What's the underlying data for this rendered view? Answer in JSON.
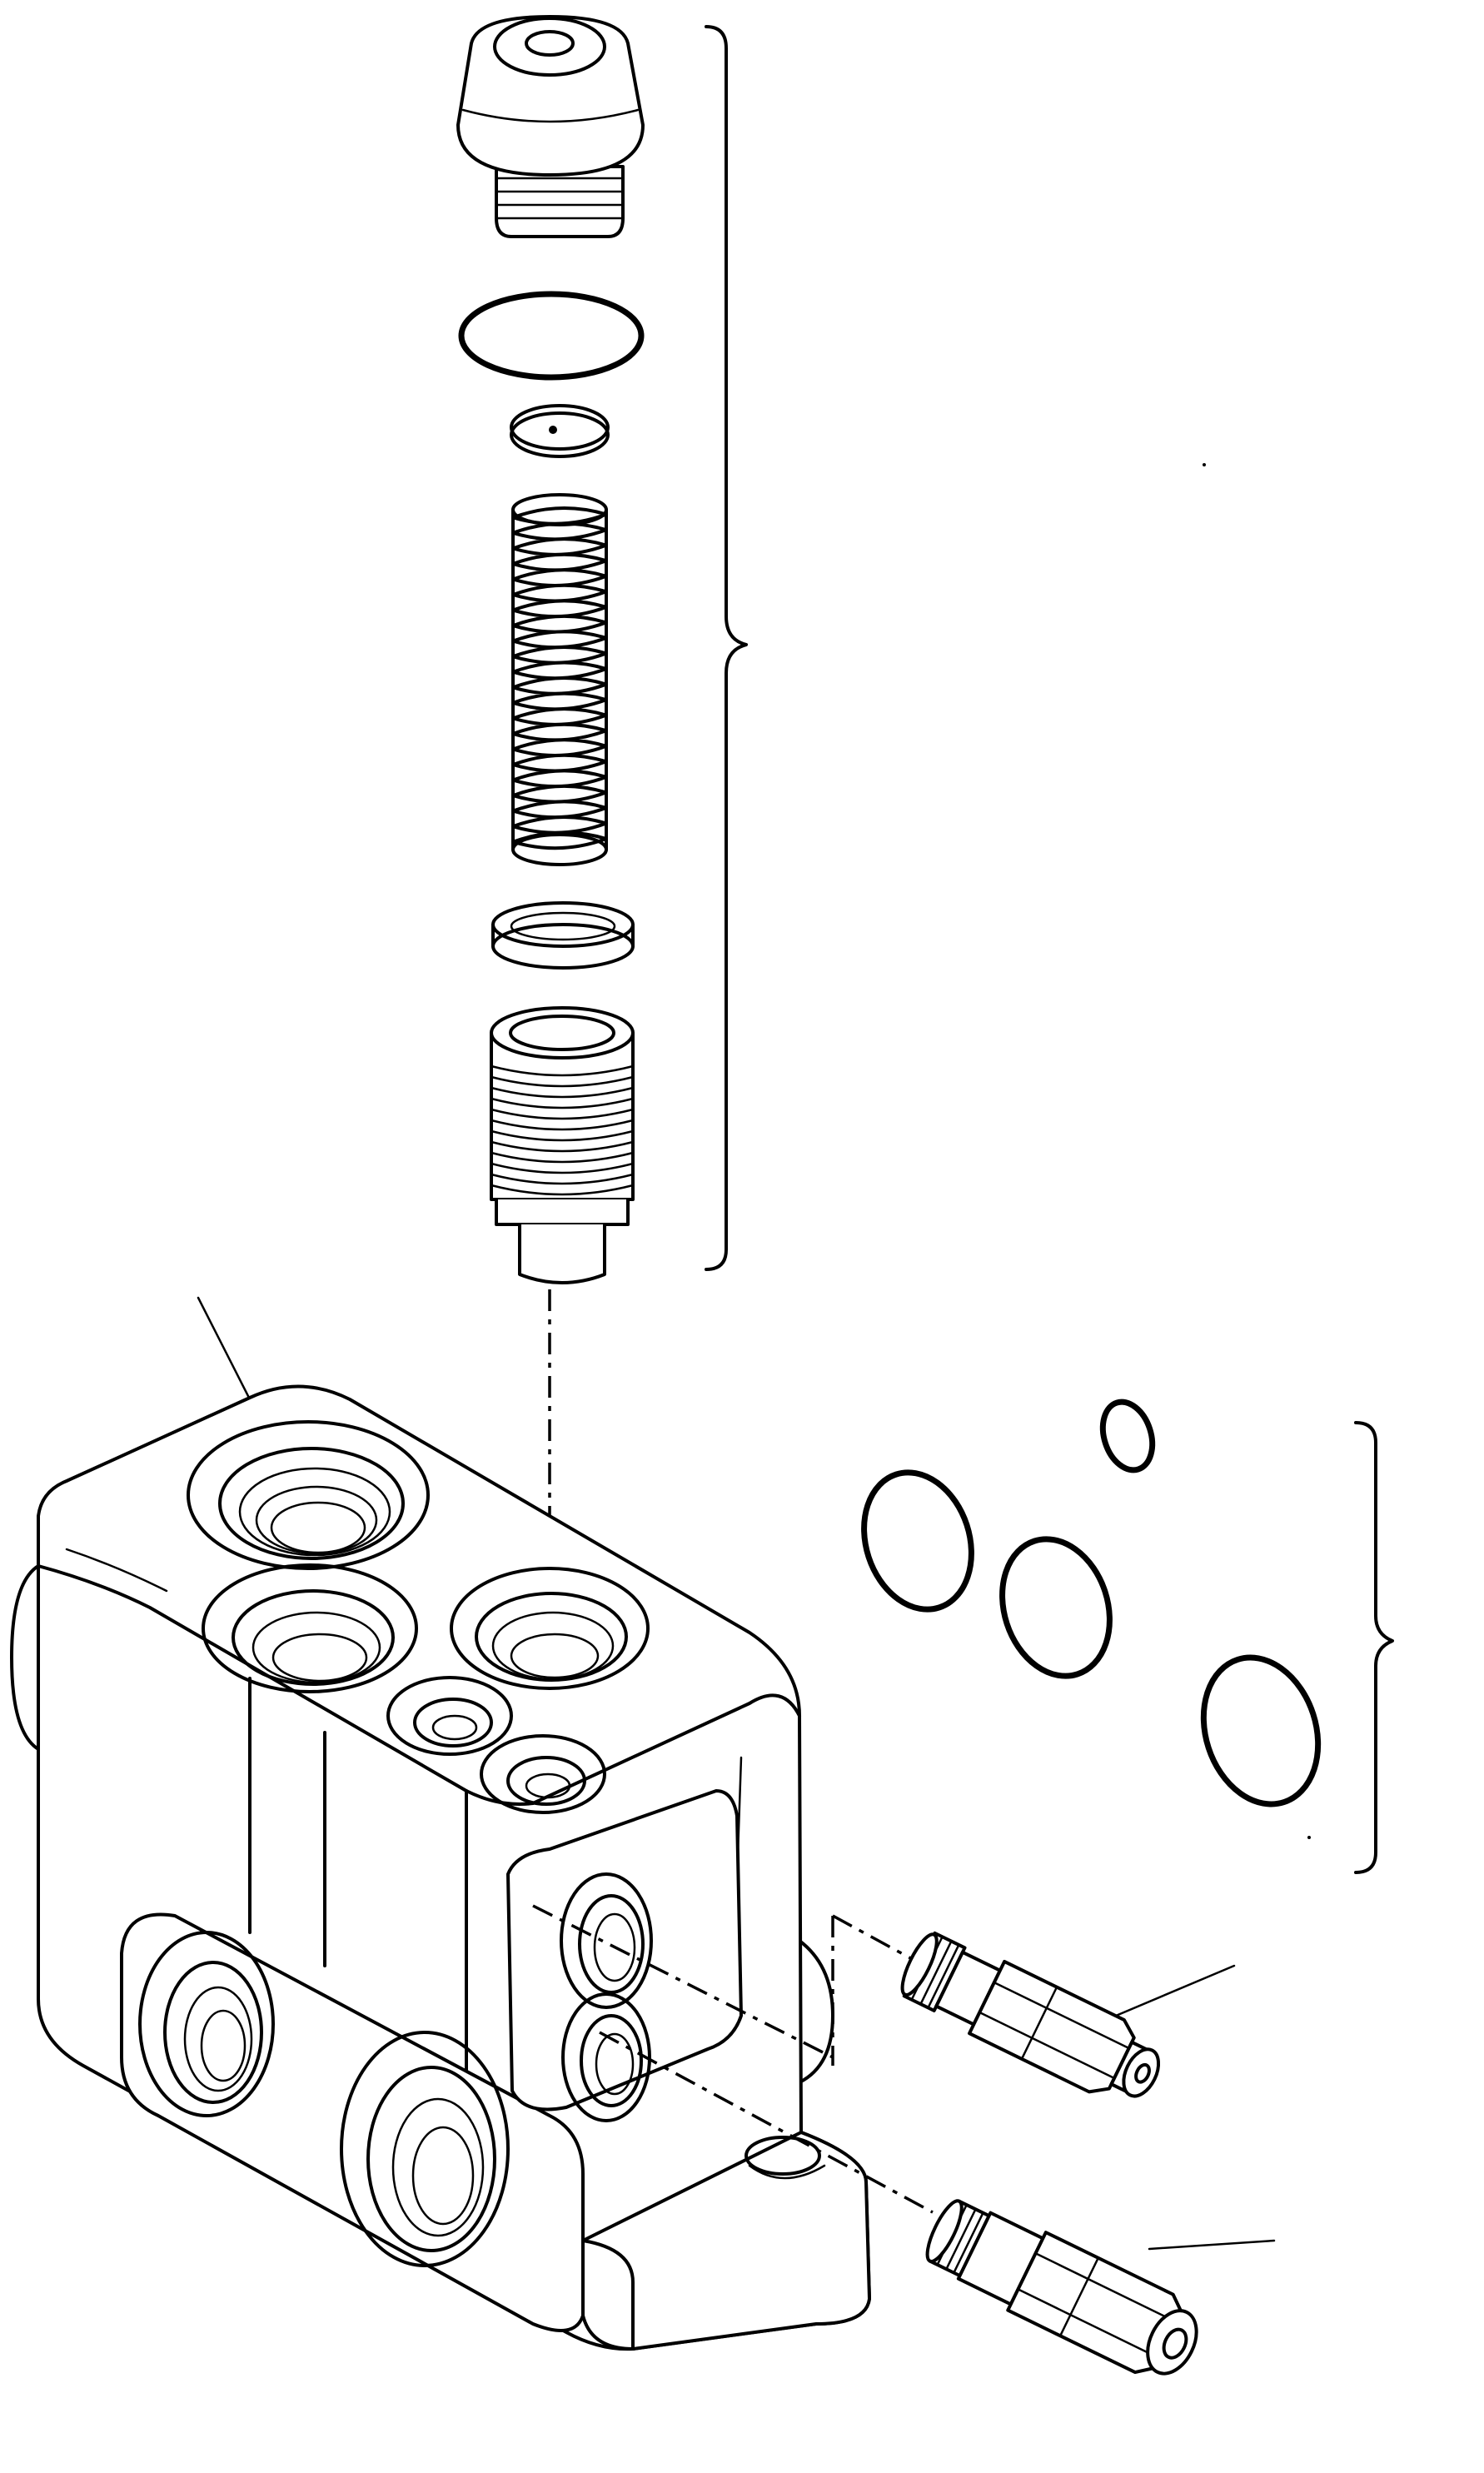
{
  "diagram": {
    "kind": "exploded-parts-illustration",
    "line_color": "#000000",
    "background": "#ffffff",
    "parts": [
      "relief-valve-cap",
      "cap-o-ring",
      "valve-seat-disc",
      "valve-spring",
      "backup-ring",
      "valve-poppet",
      "valve-body-block",
      "block-seal-o-ring-kit",
      "port-relief-valve-upper",
      "port-relief-valve-lower"
    ]
  }
}
